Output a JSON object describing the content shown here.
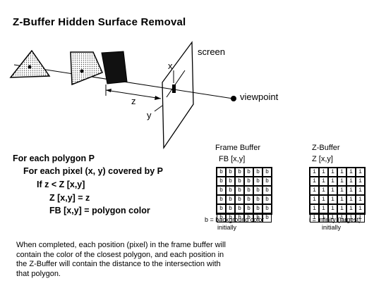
{
  "title": "Z-Buffer Hidden Surface Removal",
  "labels": {
    "screen": "screen",
    "viewpoint": "viewpoint",
    "x": "x",
    "y": "y",
    "z": "z"
  },
  "algorithm": [
    "For each polygon  P",
    "For each pixel (x, y)  covered by  P",
    "If  z  <  Z [x,y]",
    "Z [x,y] = z",
    "FB [x,y] = polygon color"
  ],
  "frame_buffer": {
    "heading": "Frame Buffer",
    "subheading": "FB [x,y]",
    "cell": "b",
    "note_line1": "b = background color",
    "note_line2": "initially"
  },
  "z_buffer": {
    "heading": "Z-Buffer",
    "subheading": "Z [x,y]",
    "cell": "i",
    "note_line1": "i = infinity (largest)",
    "note_line2": "initially"
  },
  "paragraph": "When completed, each position (pixel) in the frame buffer will contain the color of the closest polygon, and each position in the Z-Buffer will contain the distance to the intersection with that polygon.",
  "grid": {
    "rows": 6,
    "cols": 6
  }
}
